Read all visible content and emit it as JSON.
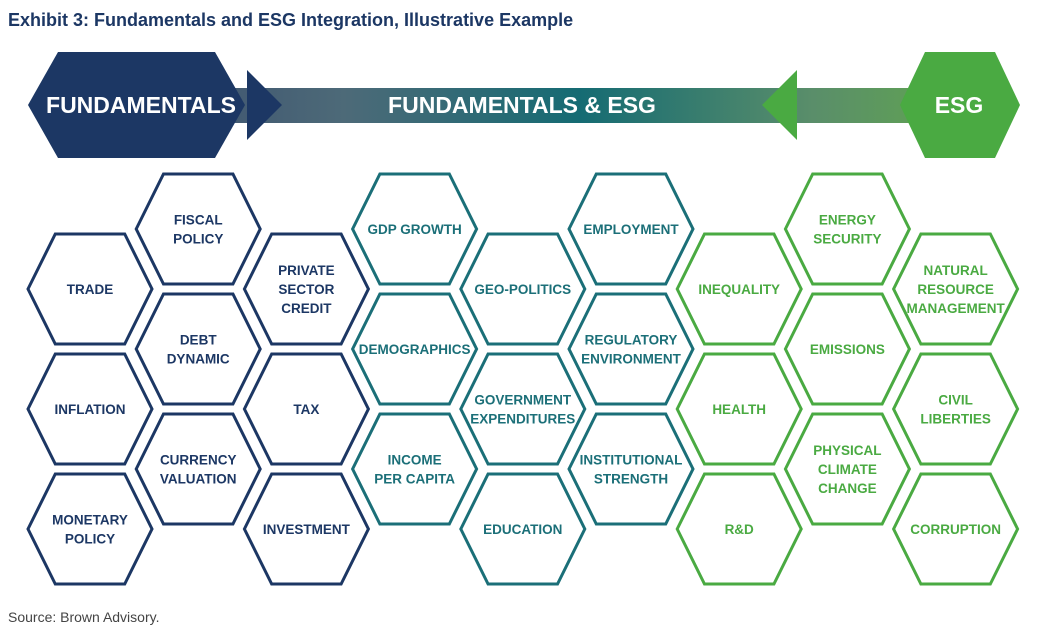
{
  "title": "Exhibit 3: Fundamentals and ESG Integration, Illustrative Example",
  "source": "Source: Brown Advisory.",
  "banner": {
    "left_label": "FUNDAMENTALS",
    "middle_label": "FUNDAMENTALS & ESG",
    "right_label": "ESG"
  },
  "colors": {
    "fundamentals": "#1c3764",
    "mixed": "#1b6f78",
    "esg": "#4aaa42"
  },
  "columns": [
    {
      "group": "fundamentals",
      "items": [
        [
          "TRADE"
        ],
        [
          "INFLATION"
        ],
        [
          "MONETARY",
          "POLICY"
        ]
      ]
    },
    {
      "group": "fundamentals",
      "items": [
        [
          "FISCAL",
          "POLICY"
        ],
        [
          "DEBT",
          "DYNAMIC"
        ],
        [
          "CURRENCY",
          "VALUATION"
        ]
      ]
    },
    {
      "group": "fundamentals",
      "items": [
        [
          "PRIVATE",
          "SECTOR",
          "CREDIT"
        ],
        [
          "TAX"
        ],
        [
          "INVESTMENT"
        ]
      ]
    },
    {
      "group": "mixed",
      "items": [
        [
          "GDP GROWTH"
        ],
        [
          "DEMOGRAPHICS"
        ],
        [
          "INCOME",
          "PER CAPITA"
        ]
      ]
    },
    {
      "group": "mixed",
      "items": [
        [
          "GEO-POLITICS"
        ],
        [
          "GOVERNMENT",
          "EXPENDITURES"
        ],
        [
          "EDUCATION"
        ]
      ]
    },
    {
      "group": "mixed",
      "items": [
        [
          "EMPLOYMENT"
        ],
        [
          "REGULATORY",
          "ENVIRONMENT"
        ],
        [
          "INSTITUTIONAL",
          "STRENGTH"
        ]
      ]
    },
    {
      "group": "esg",
      "items": [
        [
          "INEQUALITY"
        ],
        [
          "HEALTH"
        ],
        [
          "R&D"
        ]
      ]
    },
    {
      "group": "esg",
      "items": [
        [
          "ENERGY",
          "SECURITY"
        ],
        [
          "EMISSIONS"
        ],
        [
          "PHYSICAL",
          "CLIMATE",
          "CHANGE"
        ]
      ]
    },
    {
      "group": "esg",
      "items": [
        [
          "NATURAL",
          "RESOURCE",
          "MANAGEMENT"
        ],
        [
          "CIVIL",
          "LIBERTIES"
        ],
        [
          "CORRUPTION"
        ]
      ]
    }
  ]
}
